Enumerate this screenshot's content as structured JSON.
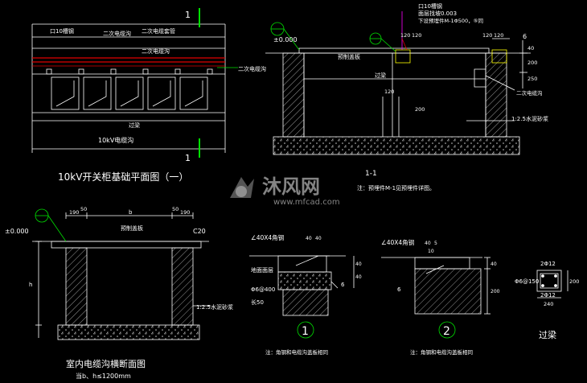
{
  "plan": {
    "title": "10kV开关柜基础平面图（一）",
    "section_mark": "1",
    "labels": {
      "channel": "口10槽钢",
      "cable_duct_a": "二次电缆沟",
      "cable_duct_b": "二次电缆套管",
      "cable_duct_c": "二次电缆沟",
      "cable_duct_side": "二次电缆沟",
      "pass": "过梁",
      "cable": "10kV电缆沟"
    }
  },
  "section_1_1": {
    "title": "1-1",
    "note": "注：预埋件M-1见预埋件详图。",
    "level": "±0.000",
    "labels": {
      "channel": "口10槽钢",
      "slope": "面层找坡0.003",
      "embedded": "下设预埋件M-1Φ500，⑤同",
      "cover": "预制盖板",
      "beam": "过梁",
      "side_duct": "二次电缆沟",
      "mortar": "1:2.5水泥砂浆"
    },
    "dims": [
      "120",
      "120",
      "120",
      "120",
      "6",
      "200",
      "250",
      "40",
      "200",
      "120"
    ]
  },
  "cross_section": {
    "title": "室内电缆沟横断面图",
    "subtitle": "当b、h≤1200mm",
    "level": "±0.000",
    "dims": [
      "190",
      "50",
      "b",
      "50",
      "190",
      "h"
    ],
    "labels": {
      "cover": "预制盖板",
      "grade": "C20",
      "mortar": "1:2.5水泥砂浆"
    }
  },
  "detail_1": {
    "marker": "1",
    "angle": "∠40X4角钢",
    "dims": [
      "40",
      "40",
      "40",
      "40"
    ],
    "labels": {
      "surface": "地面面层",
      "rebar": "Φ6@400",
      "len": "长50",
      "six": "6"
    },
    "note": "注：角钢和电缆沟盖板相同"
  },
  "detail_2": {
    "marker": "2",
    "angle": "∠40X4角钢",
    "dims": [
      "40",
      "5",
      "10",
      "40",
      "200"
    ],
    "labels": {
      "six": "6"
    },
    "note": "注：角钢和电缆沟盖板相同"
  },
  "beam": {
    "title": "过梁",
    "top_bar": "2Φ12",
    "bottom_bar": "2Φ12",
    "stirrup": "Φ6@150",
    "height": "200",
    "width": "240"
  },
  "watermark": {
    "brand": "沐风网",
    "url": "www.mfcad.com"
  },
  "colors": {
    "line": "#ffffff",
    "green": "#00e000",
    "red": "#e00000",
    "yellow": "#ffff00",
    "magenta": "#ff00ff",
    "cyan": "#00ffff"
  }
}
